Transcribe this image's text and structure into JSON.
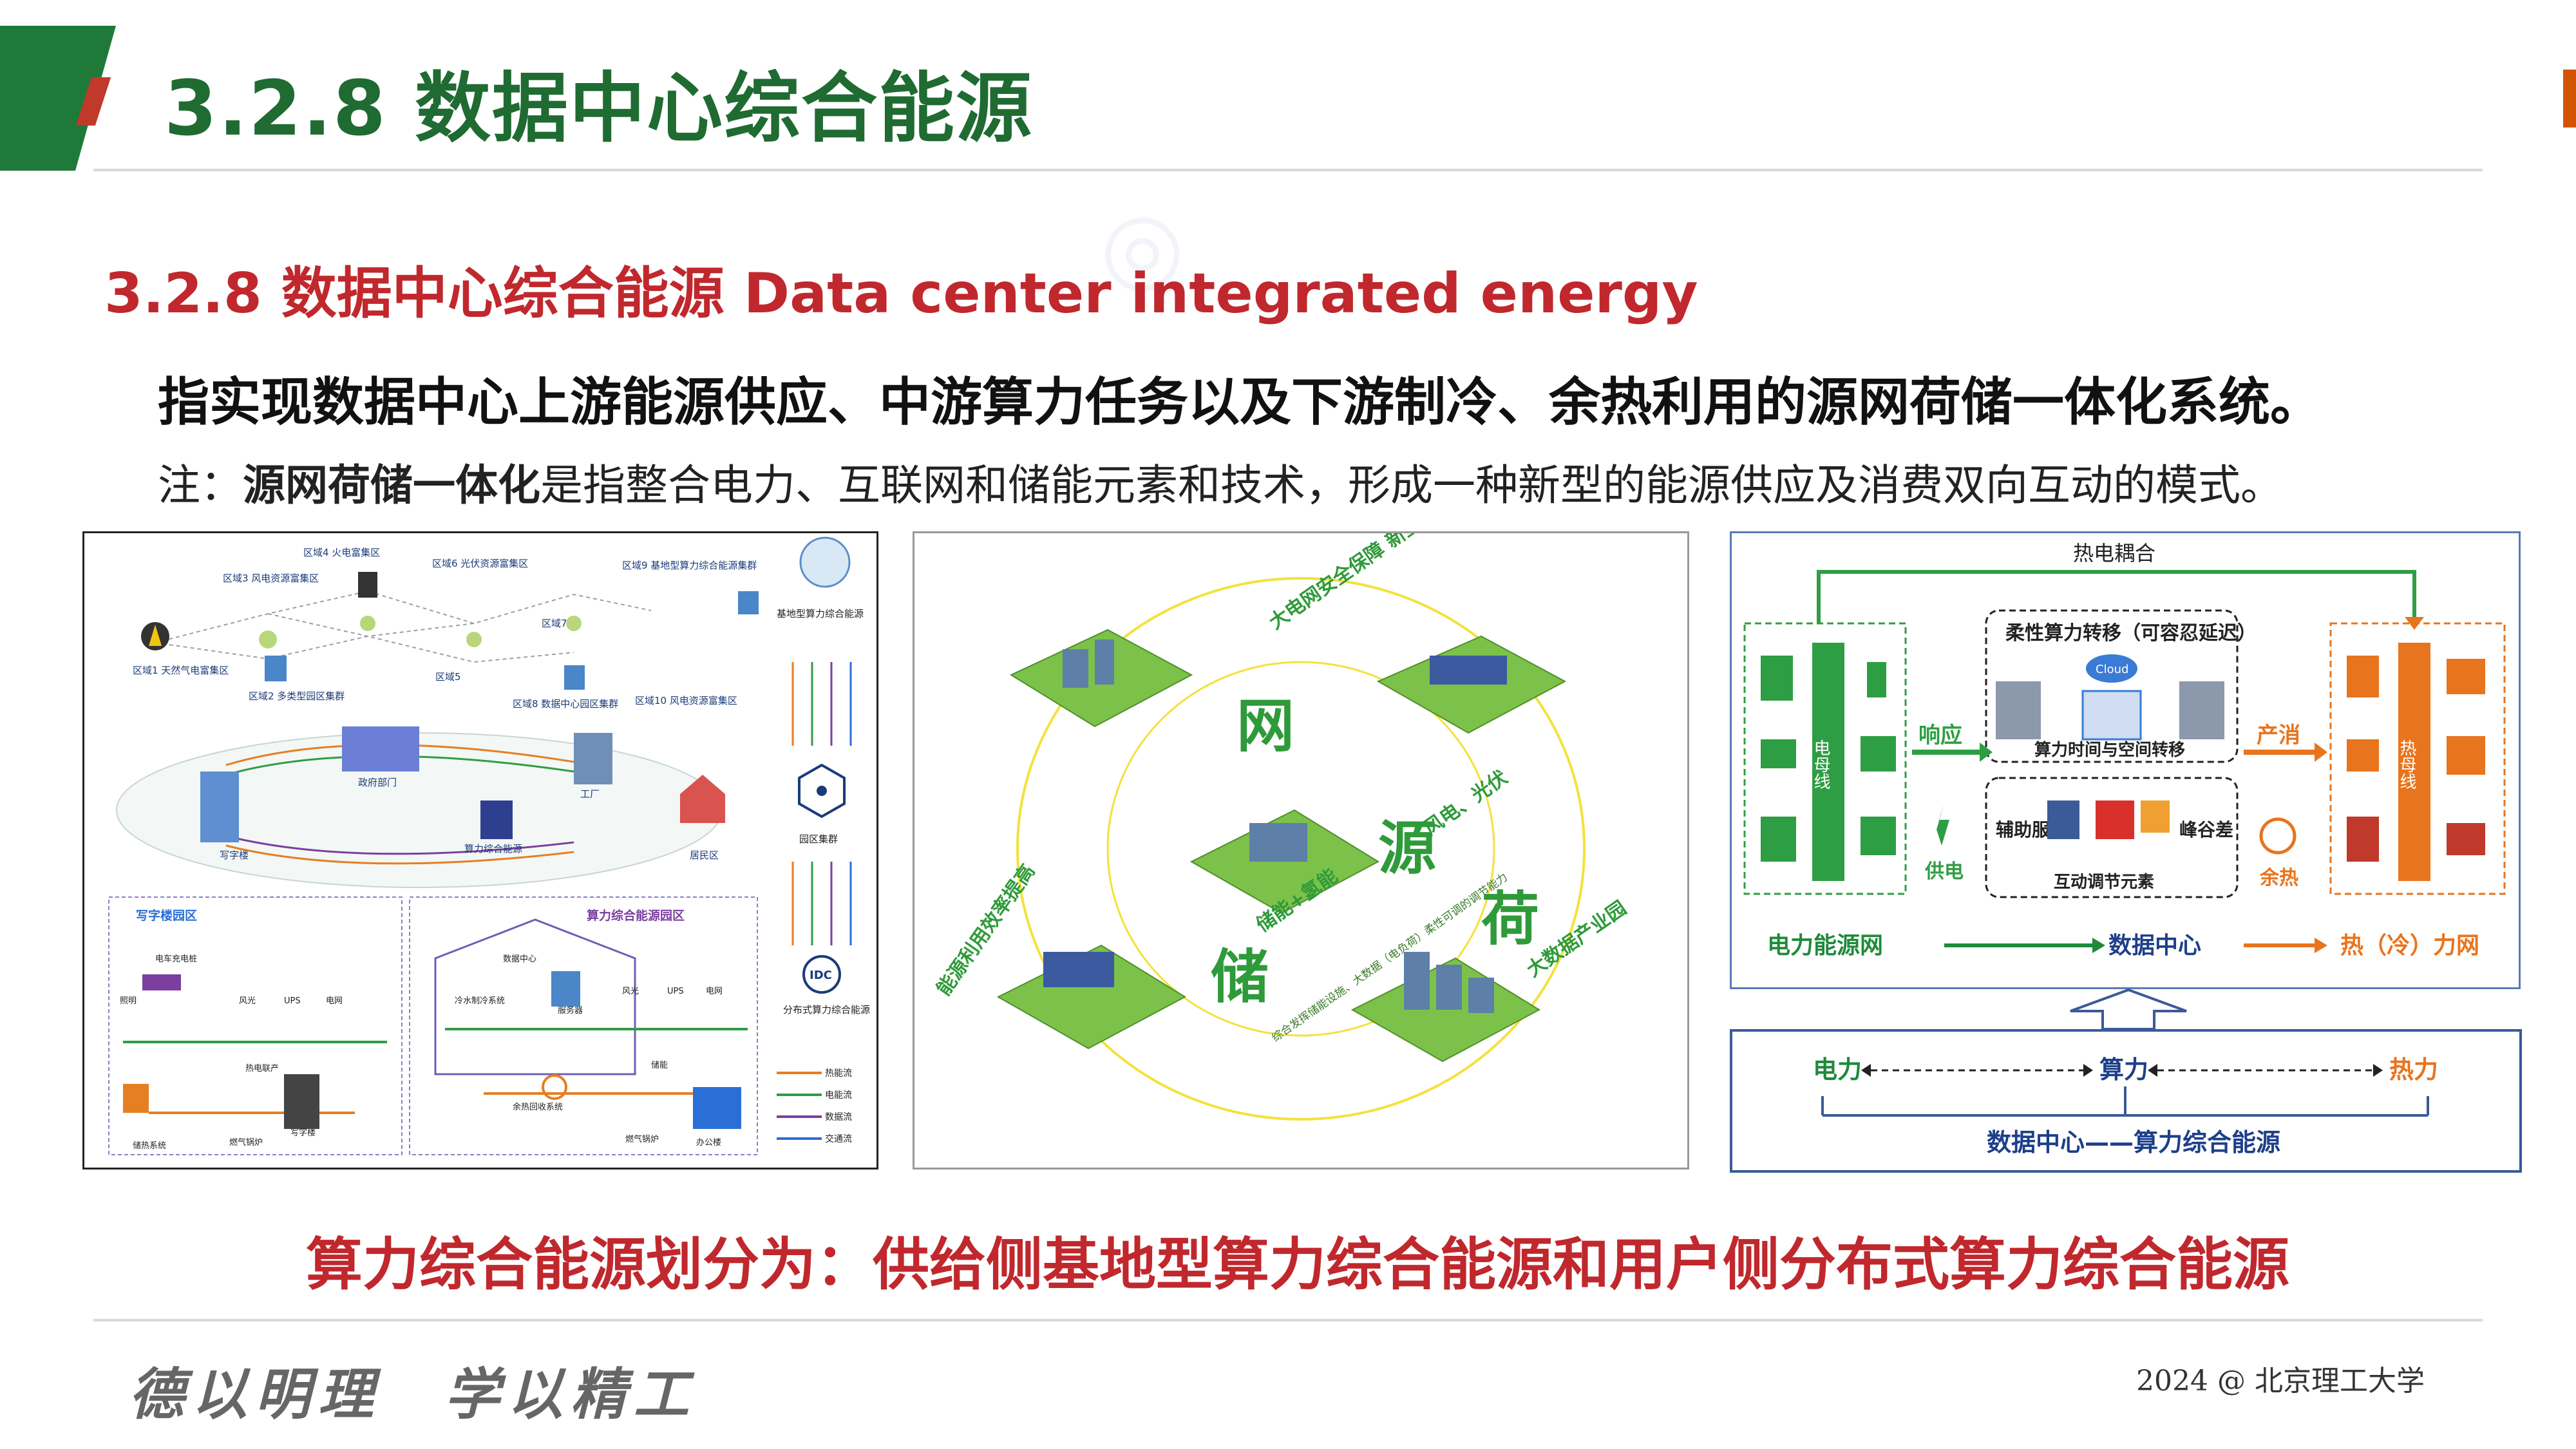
{
  "header": {
    "title": "3.2.8  数据中心综合能源"
  },
  "section_heading": "3.2.8 数据中心综合能源  Data center integrated energy",
  "definition": "指实现数据中心上游能源供应、中游算力任务以及下游制冷、余热利用的源网荷储一体化系统。",
  "note": {
    "prefix": "注：",
    "term": "源网荷储一体化",
    "rest": "是指整合电力、互联网和储能元素和技术，形成一种新型的能源供应及消费双向互动的模式。"
  },
  "left_diagram": {
    "regions": [
      "区域1 天然气电富集区",
      "区域2 多类型园区集群",
      "区域3 风电资源富集区",
      "区域4 火电富集区",
      "区域5",
      "区域6 光伏资源富集区",
      "区域7",
      "区域8 数据中心园区集群",
      "区域9 基地型算力综合能源集群",
      "区域10 风电资源富集区"
    ],
    "campus": [
      "政府部门",
      "工厂",
      "写字楼",
      "居民区",
      "算力综合能源"
    ],
    "right_labels": [
      "基地型算力综合能源",
      "园区集群",
      "分布式算力综合能源"
    ],
    "office_park": "写字楼园区",
    "power_park": "算力综合能源园区",
    "office_items": [
      "电车充电桩",
      "照明",
      "风光",
      "UPS",
      "电网",
      "热电联产",
      "储热系统",
      "燃气锅炉",
      "写字楼"
    ],
    "power_items": [
      "数据中心",
      "冷水制冷系统",
      "服务器",
      "余热回收系统",
      "风光",
      "UPS",
      "电网",
      "储能",
      "办公楼",
      "燃气锅炉"
    ],
    "legend": [
      "热能流",
      "电能流",
      "数据流",
      "交通流"
    ],
    "legend_colors": [
      "#e67e22",
      "#2e9e44",
      "#7b3fa0",
      "#2a6fd6"
    ],
    "badge": "IDC"
  },
  "mid_diagram": {
    "big_chars": [
      "网",
      "源",
      "储",
      "荷"
    ],
    "labels": [
      "大电网安全保障  新型电网",
      "风电、光伏",
      "大数据产业园",
      "能源利用效率提高",
      "储能+氢能",
      "综合发挥储能设施、大数据（电负荷）柔性可调的调节能力"
    ]
  },
  "right_diagram": {
    "top_label": "热电耦合",
    "flex_title": "柔性算力转移（可容忍延迟）",
    "cloud": "Cloud",
    "flex_sub": "算力时间与空间转移",
    "aux": [
      "辅助服务",
      "峰谷差"
    ],
    "interact": "互动调节元素",
    "response": "响应",
    "supply": "供电",
    "output": "产消",
    "waste_heat": "余热",
    "grid_bus": "电母线",
    "heat_bus": "热母线",
    "bottom": [
      "电力能源网",
      "数据中心",
      "热（冷）力网"
    ],
    "bottom_colors": [
      "#1e8a3a",
      "#1d3f8a",
      "#e8741e"
    ]
  },
  "right_bottom": {
    "items": [
      "电力",
      "算力",
      "热力"
    ],
    "caption": "数据中心——算力综合能源"
  },
  "conclusion": "算力综合能源划分为：供给侧基地型算力综合能源和用户侧分布式算力综合能源",
  "footer": {
    "motto": "德以明理　学以精工",
    "copyright": "2024 @ 北京理工大学"
  }
}
